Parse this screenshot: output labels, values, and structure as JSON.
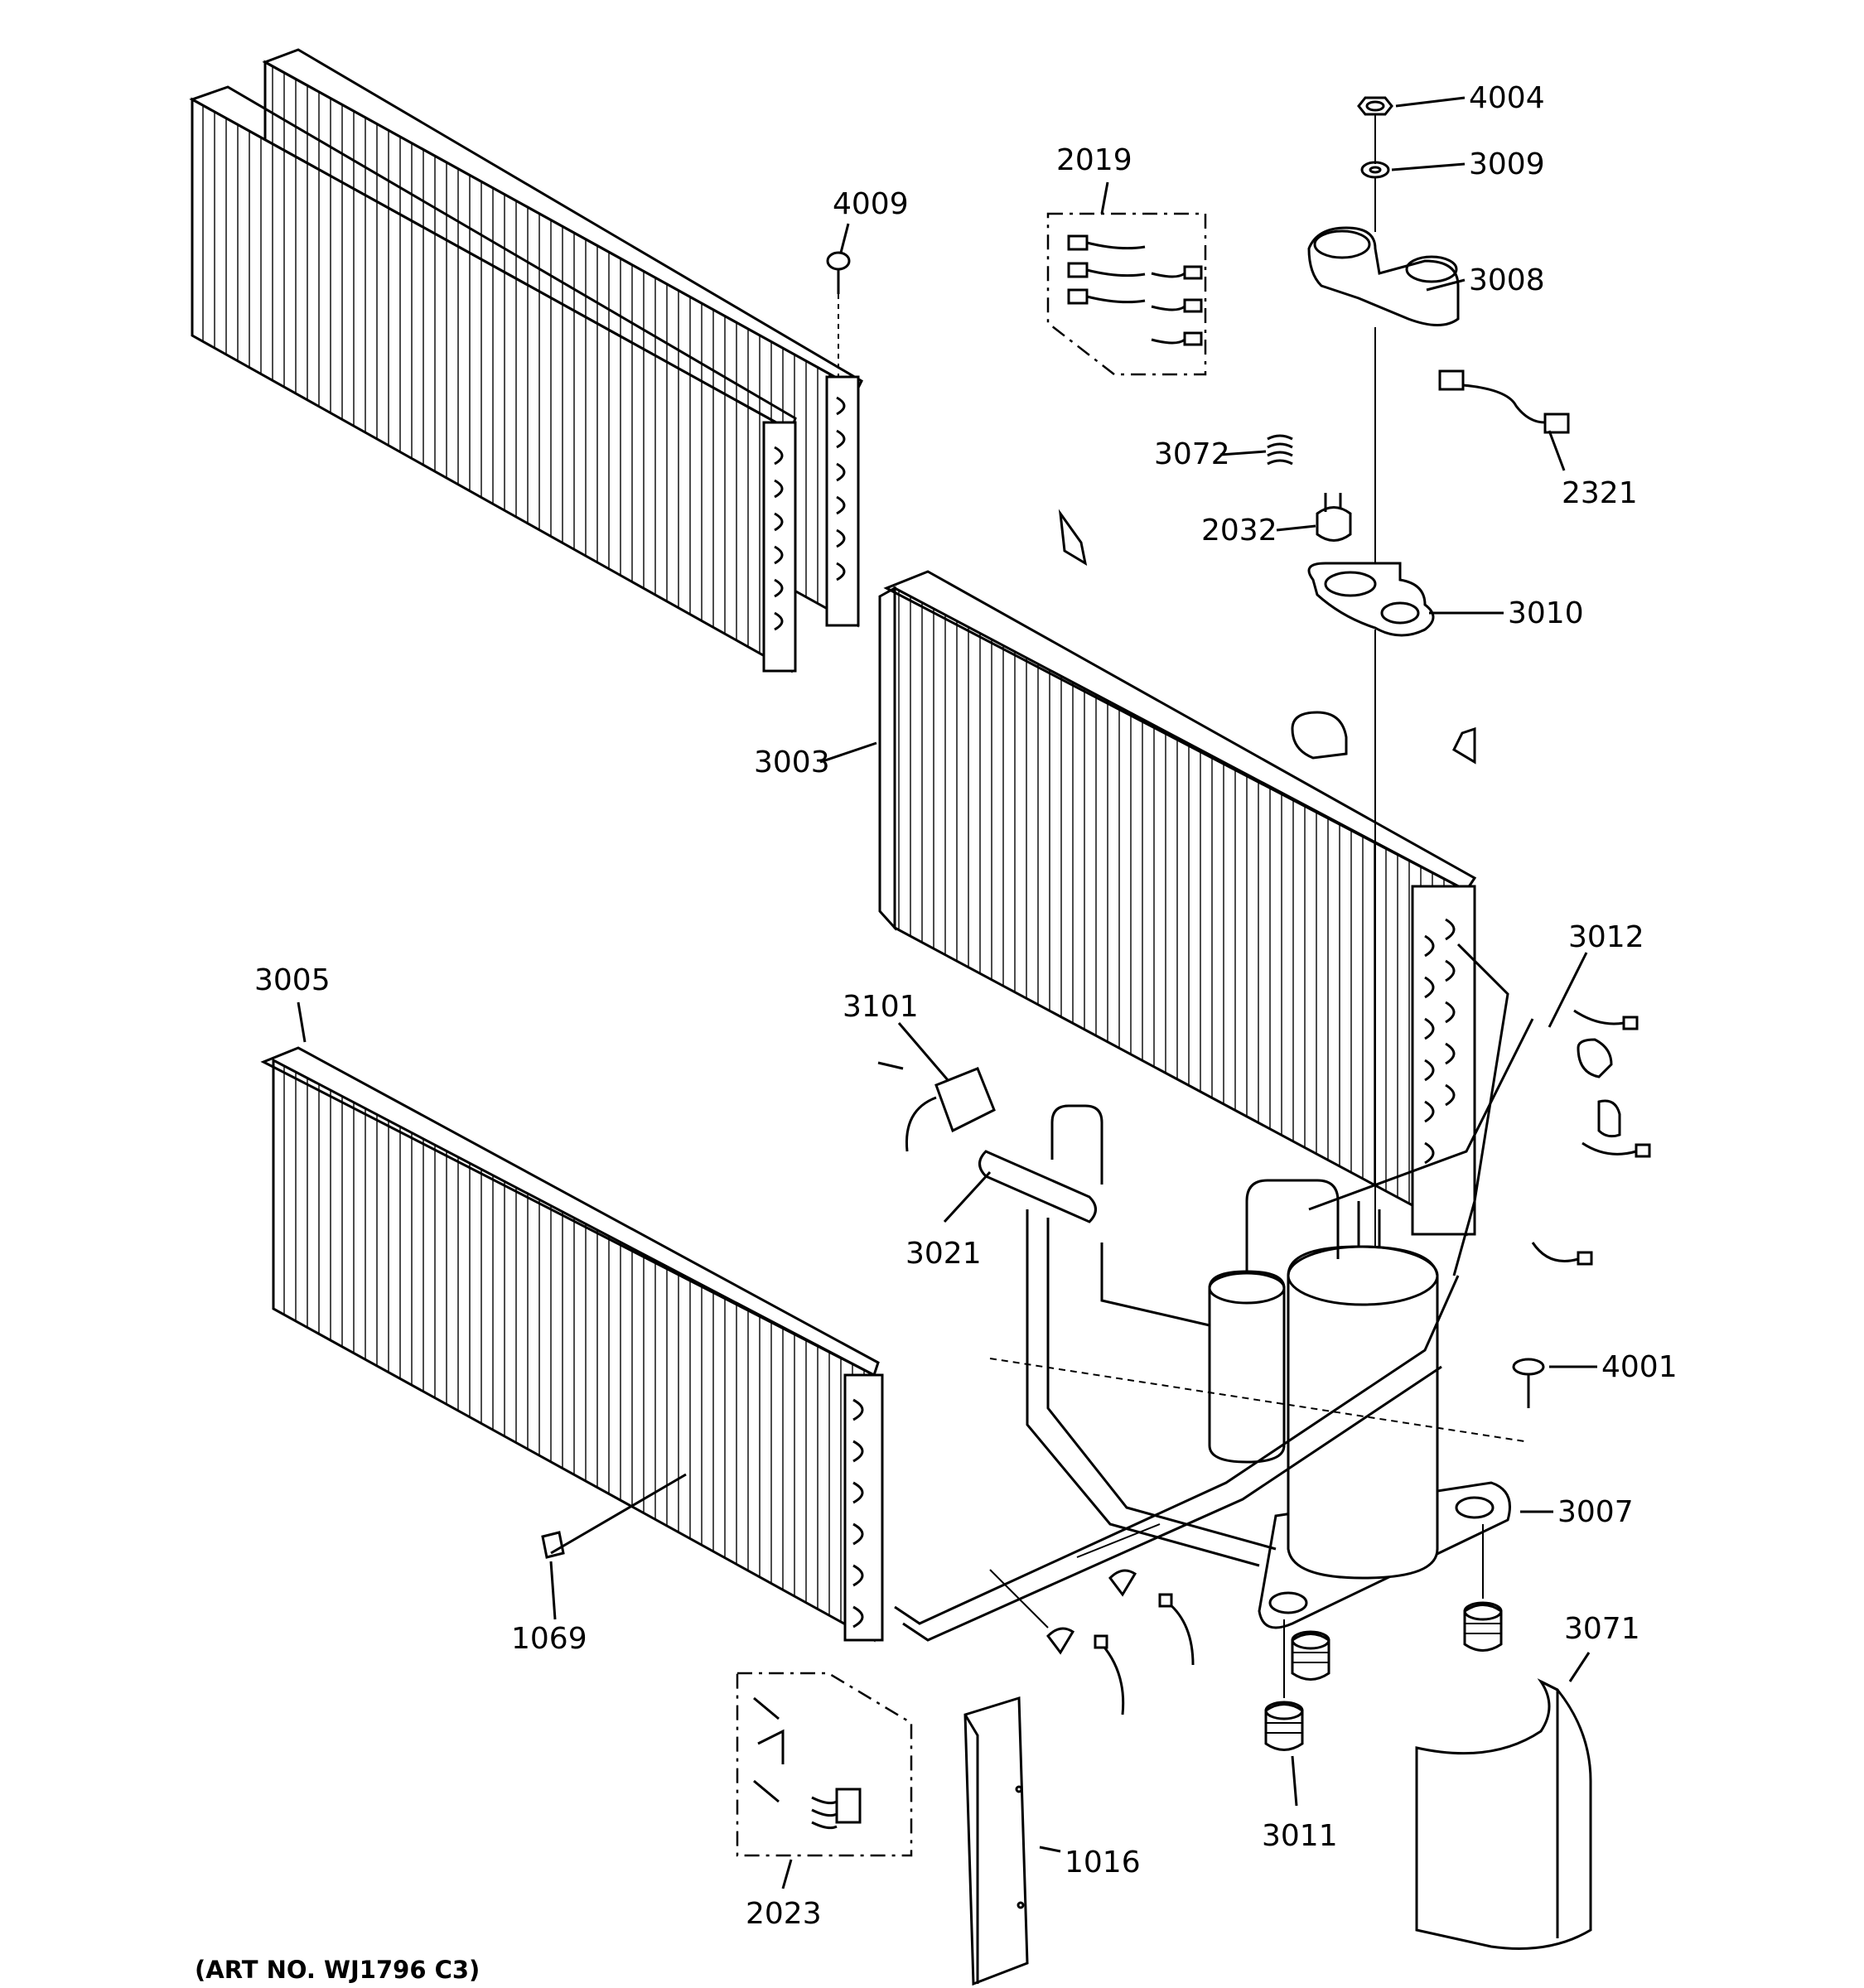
{
  "diagram": {
    "art_number": "(ART NO. WJ1796 C3)",
    "parts": [
      {
        "id": "4004",
        "label": "4004"
      },
      {
        "id": "3009",
        "label": "3009"
      },
      {
        "id": "2019",
        "label": "2019"
      },
      {
        "id": "4009",
        "label": "4009"
      },
      {
        "id": "3008",
        "label": "3008"
      },
      {
        "id": "3072",
        "label": "3072"
      },
      {
        "id": "2321",
        "label": "2321"
      },
      {
        "id": "2032",
        "label": "2032"
      },
      {
        "id": "3010",
        "label": "3010"
      },
      {
        "id": "3003",
        "label": "3003"
      },
      {
        "id": "3012",
        "label": "3012"
      },
      {
        "id": "3005",
        "label": "3005"
      },
      {
        "id": "3101",
        "label": "3101"
      },
      {
        "id": "3021",
        "label": "3021"
      },
      {
        "id": "4001",
        "label": "4001"
      },
      {
        "id": "3007",
        "label": "3007"
      },
      {
        "id": "1069",
        "label": "1069"
      },
      {
        "id": "3071",
        "label": "3071"
      },
      {
        "id": "3011",
        "label": "3011"
      },
      {
        "id": "1016",
        "label": "1016"
      },
      {
        "id": "2023",
        "label": "2023"
      }
    ]
  }
}
